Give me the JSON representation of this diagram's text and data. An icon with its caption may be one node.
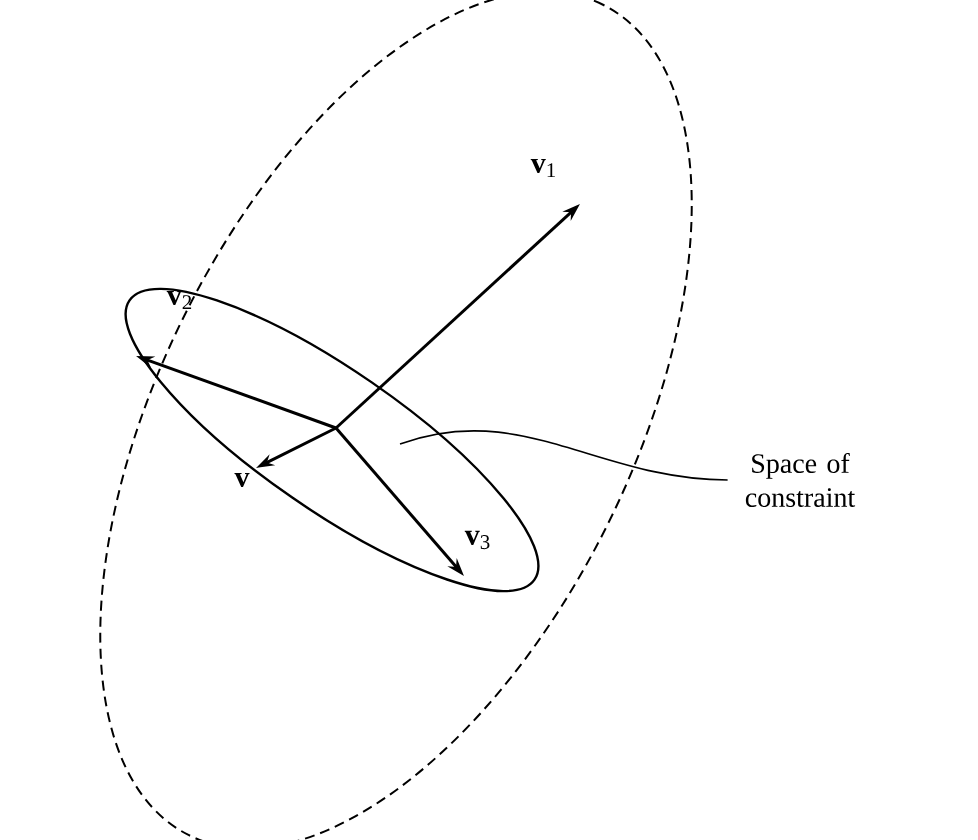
{
  "diagram": {
    "nodes": [
      {
        "text": [
          "Space of constraint"
        ]
      },
      {
        "text": [],
        "shape": "ellipse"
      }
    ],
    "edges": [
      {
        "from": 0,
        "to": 1,
        "arrow": "none"
      }
    ],
    "labels": [
      "**v**$_{1}$",
      "**v**$_{2}$",
      "**v**",
      "**v**$_{3}$"
    ]
  }
}
